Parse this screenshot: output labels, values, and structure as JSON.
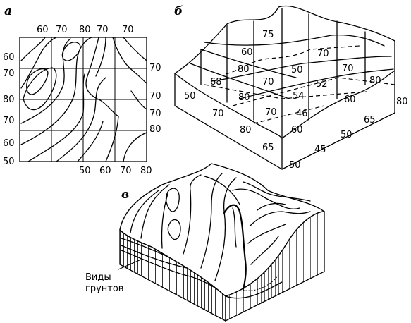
{
  "panels": {
    "a": "а",
    "b": "б",
    "c": "в"
  },
  "map_a": {
    "top": [
      "60",
      "70",
      "80",
      "70",
      "70"
    ],
    "left": [
      "60",
      "70",
      "80",
      "70",
      "60",
      "50"
    ],
    "right": [
      "70",
      "70",
      "70",
      "80"
    ],
    "bottom": [
      "50",
      "60",
      "70",
      "80"
    ]
  },
  "block_b": {
    "inner": [
      "75",
      "60",
      "70",
      "50",
      "70",
      "80",
      "70",
      "52",
      "68",
      "80",
      "54",
      "80",
      "50",
      "60",
      "70",
      "70",
      "46",
      "80",
      "60",
      "65"
    ],
    "side": [
      "80",
      "65",
      "50",
      "45",
      "50"
    ]
  },
  "block_c": {
    "soil_label_1": "Виды",
    "soil_label_2": "грунтов"
  }
}
